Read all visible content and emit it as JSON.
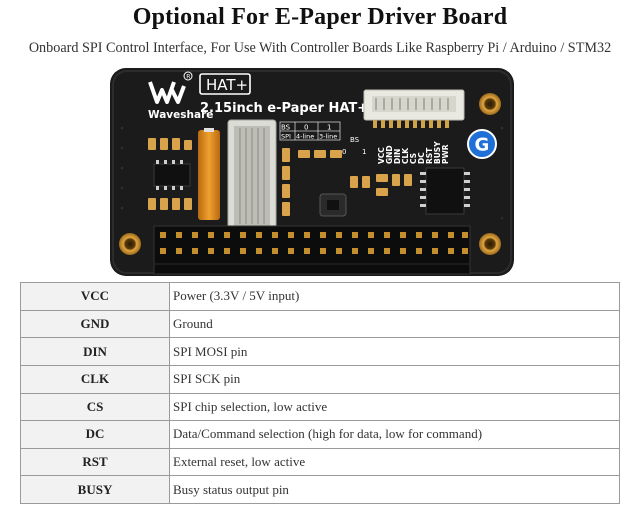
{
  "header": {
    "title": "Optional For E-Paper Driver Board",
    "subtitle": "Onboard SPI Control Interface, For Use With Controller Boards Like Raspberry Pi / Arduino / STM32"
  },
  "board": {
    "brand": "Waveshare",
    "badge": "HAT+",
    "product": "2.15inch e-Paper HAT+",
    "bs_table": {
      "h1": "BS",
      "h2": "0",
      "h3": "1",
      "r1": "SPI",
      "r2": "4-line",
      "r3": "3-line"
    },
    "bs_label": "BS",
    "bs_0": "0",
    "bs_1": "1",
    "pins": [
      "VCC",
      "GND",
      "DIN",
      "CLK",
      "CS",
      "DC",
      "RST",
      "BUSY",
      "PWR"
    ],
    "g_logo": "G",
    "colors": {
      "pcb": "#1b1b1b",
      "gold": "#c8962f",
      "ribbon": "#d98b1f"
    }
  },
  "pin_table": {
    "rows": [
      {
        "name": "VCC",
        "desc": "Power (3.3V / 5V input)"
      },
      {
        "name": "GND",
        "desc": "Ground"
      },
      {
        "name": "DIN",
        "desc": "SPI MOSI pin"
      },
      {
        "name": "CLK",
        "desc": "SPI SCK pin"
      },
      {
        "name": "CS",
        "desc": "SPI chip selection, low active"
      },
      {
        "name": "DC",
        "desc": "Data/Command selection (high for data, low for command)"
      },
      {
        "name": "RST",
        "desc": "External reset, low active"
      },
      {
        "name": "BUSY",
        "desc": "Busy status output pin"
      }
    ]
  }
}
